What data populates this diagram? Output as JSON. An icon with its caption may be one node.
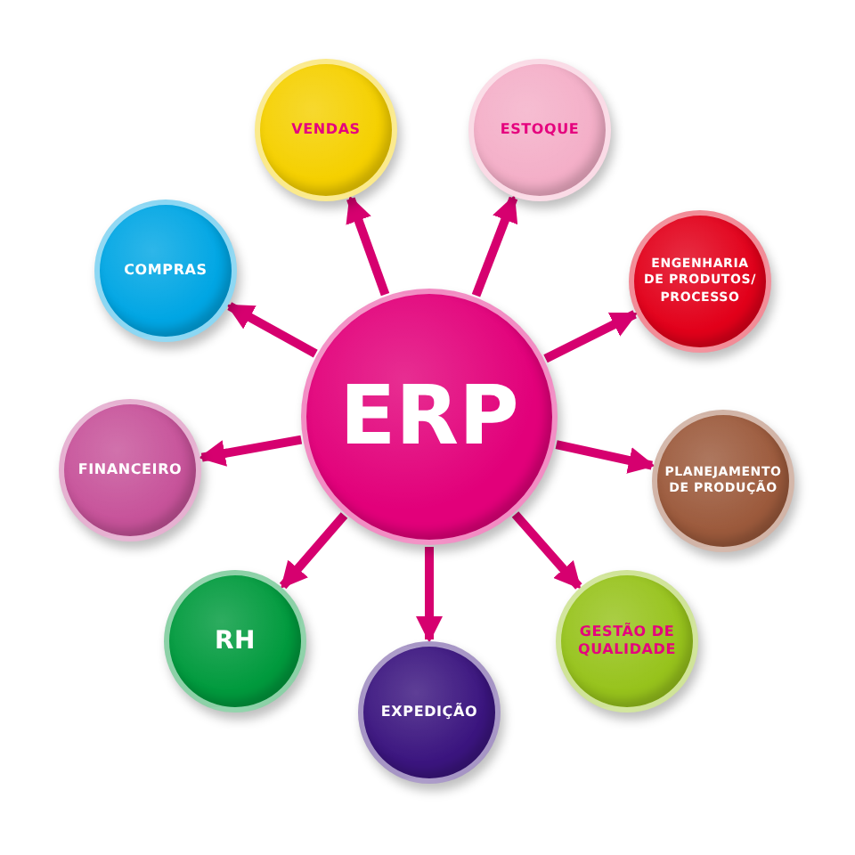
{
  "diagram": {
    "nodes": [
      {
        "text": [
          "ERP"
        ]
      },
      {
        "text": [
          "VENDAS"
        ]
      },
      {
        "text": [
          "ESTOQUE"
        ]
      },
      {
        "text": [
          "COMPRAS"
        ]
      },
      {
        "text": [
          "ENGENHARIA DE PRODUTOS/ PROCESSO"
        ]
      },
      {
        "text": [
          "FINANCEIRO"
        ]
      },
      {
        "text": [
          "PLANEJAMENTO DE PRODUÇÃO"
        ]
      },
      {
        "text": [
          "RH"
        ]
      },
      {
        "text": [
          "EXPEDIÇÃO"
        ]
      },
      {
        "text": [
          "GESTÃO DE QUALIDADE"
        ]
      }
    ],
    "edges": [
      {
        "from": 0,
        "to": 1,
        "arrow": "to"
      },
      {
        "from": 0,
        "to": 2,
        "arrow": "to"
      },
      {
        "from": 0,
        "to": 3,
        "arrow": "to"
      },
      {
        "from": 0,
        "to": 4,
        "arrow": "to"
      },
      {
        "from": 0,
        "to": 5,
        "arrow": "to"
      },
      {
        "from": 0,
        "to": 6,
        "arrow": "to"
      },
      {
        "from": 0,
        "to": 7,
        "arrow": "to"
      },
      {
        "from": 0,
        "to": 8,
        "arrow": "to"
      },
      {
        "from": 0,
        "to": 9,
        "arrow": "to"
      }
    ]
  }
}
